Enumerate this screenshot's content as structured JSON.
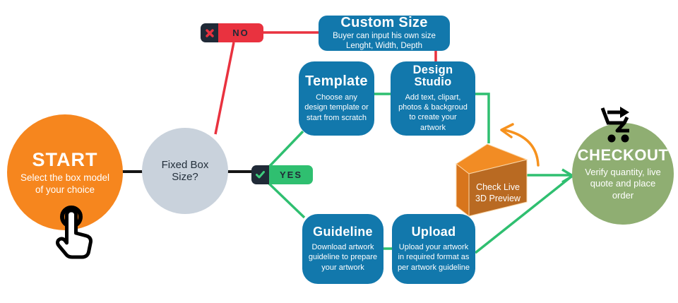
{
  "start": {
    "title": "START",
    "subtitle": "Select the box model of your choice"
  },
  "decision": {
    "question": "Fixed Box Size?"
  },
  "no_branch": {
    "label": "NO"
  },
  "yes_branch": {
    "label": "YES"
  },
  "custom_size": {
    "title": "Custom Size",
    "body": "Buyer can input his own size Lenght, Width, Depth"
  },
  "template": {
    "title": "Template",
    "body": "Choose any design template or start from scratch"
  },
  "design_studio": {
    "title": "Design Studio",
    "body": "Add text, clipart, photos & backgroud to create your artwork"
  },
  "guideline": {
    "title": "Guideline",
    "body": "Download artwork guideline to prepare your artwork"
  },
  "upload": {
    "title": "Upload",
    "body": "Upload your artwork in required format as per artwork guideline"
  },
  "preview": {
    "label": "Check Live 3D Preview"
  },
  "checkout": {
    "title": "CHECKOUT",
    "subtitle": "Verify quantity, live quote and place order"
  },
  "icons": {
    "hand": "hand-click-icon",
    "cart": "cart-arrow-right-icon",
    "no": "x-mark-icon",
    "yes": "check-mark-icon",
    "rotate": "curved-rotate-arrow-icon"
  },
  "colors": {
    "start_orange": "#F6861E",
    "decision_gray": "#C9D2DC",
    "node_blue": "#1278AC",
    "no_red": "#E9323F",
    "yes_green": "#2FBF70",
    "badge_navy": "#202A37",
    "checkout_green": "#8FAE72",
    "cube_top": "#F28C24",
    "cube_left": "#D8751C",
    "cube_front": "#B96A22",
    "rotate_arrow_orange": "#F6921E",
    "line_black": "#151515"
  }
}
